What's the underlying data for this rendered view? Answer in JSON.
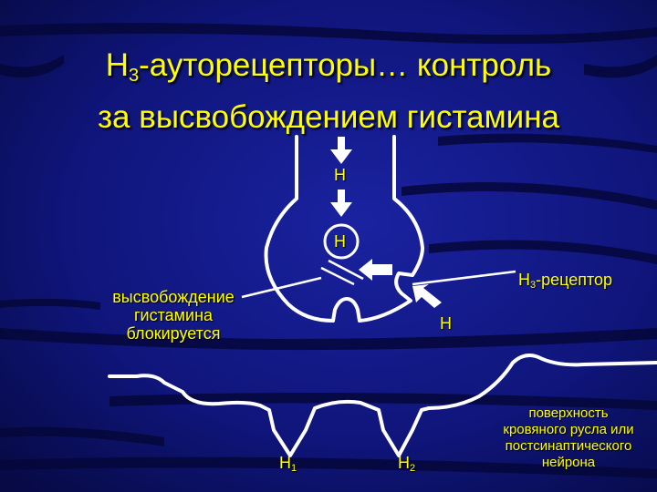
{
  "title": {
    "line1_main": "H",
    "line1_sub": "3",
    "line1_rest": "-ауторецепторы… контроль",
    "line2": "за высвобождением гистамина"
  },
  "diagram": {
    "histamine_top": "H",
    "histamine_vesicle": "H",
    "histamine_outside": "H",
    "receptor_label": {
      "main": "H",
      "sub": "3",
      "rest": "-рецептор"
    },
    "blocked_label": [
      "высвобождение",
      "гистамина",
      "блокируется"
    ],
    "surface_label": [
      "поверхность",
      "кровяного русла или",
      "постсинаптического",
      "нейрона"
    ],
    "h1": {
      "main": "H",
      "sub": "1"
    },
    "h2": {
      "main": "H",
      "sub": "2"
    }
  },
  "colors": {
    "background": "#0a0a5e",
    "text": "#ffff00",
    "drawing": "#ffffff"
  }
}
